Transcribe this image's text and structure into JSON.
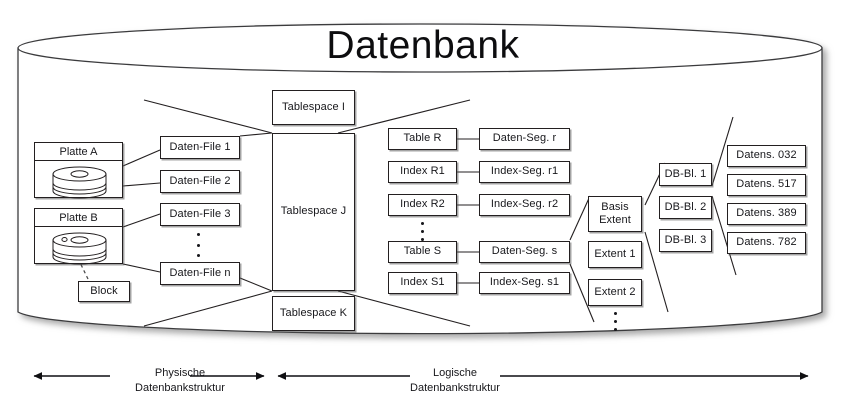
{
  "diagram": {
    "title": "Datenbank",
    "physical": {
      "disks": [
        {
          "label": "Platte A",
          "icon": "disk-platter-icon"
        },
        {
          "label": "Platte B",
          "icon": "disk-platter-icon"
        }
      ],
      "block_callout": "Block",
      "data_files": [
        "Daten-File 1",
        "Daten-File 2",
        "Daten-File 3",
        "Daten-File n"
      ],
      "data_files_ellipsis": "⋮"
    },
    "tablespaces": [
      "Tablespace I",
      "Tablespace J",
      "Tablespace K"
    ],
    "objects": [
      "Table R",
      "Index R1",
      "Index R2",
      "Table S",
      "Index S1"
    ],
    "objects_ellipsis": "⋮",
    "segments": [
      "Daten-Seg. r",
      "Index-Seg. r1",
      "Index-Seg. r2",
      "Daten-Seg. s",
      "Index-Seg. s1"
    ],
    "extents": [
      "Basis\nExtent",
      "Extent 1",
      "Extent 2"
    ],
    "extents_ellipsis": "⋮",
    "db_blocks": [
      "DB-Bl. 1",
      "DB-Bl. 2",
      "DB-Bl. 3"
    ],
    "records": [
      "Datens. 032",
      "Datens. 517",
      "Datens. 389",
      "Datens. 782"
    ],
    "axes": [
      {
        "name": "physical-structure-axis",
        "label": "Physische\nDatenbankstruktur"
      },
      {
        "name": "logical-structure-axis",
        "label": "Logische\nDatenbankstruktur"
      }
    ],
    "colors": {
      "stroke": "#231f20",
      "text": "#17171b",
      "background": "#ffffff",
      "shadow": "#5a5a5a"
    }
  }
}
